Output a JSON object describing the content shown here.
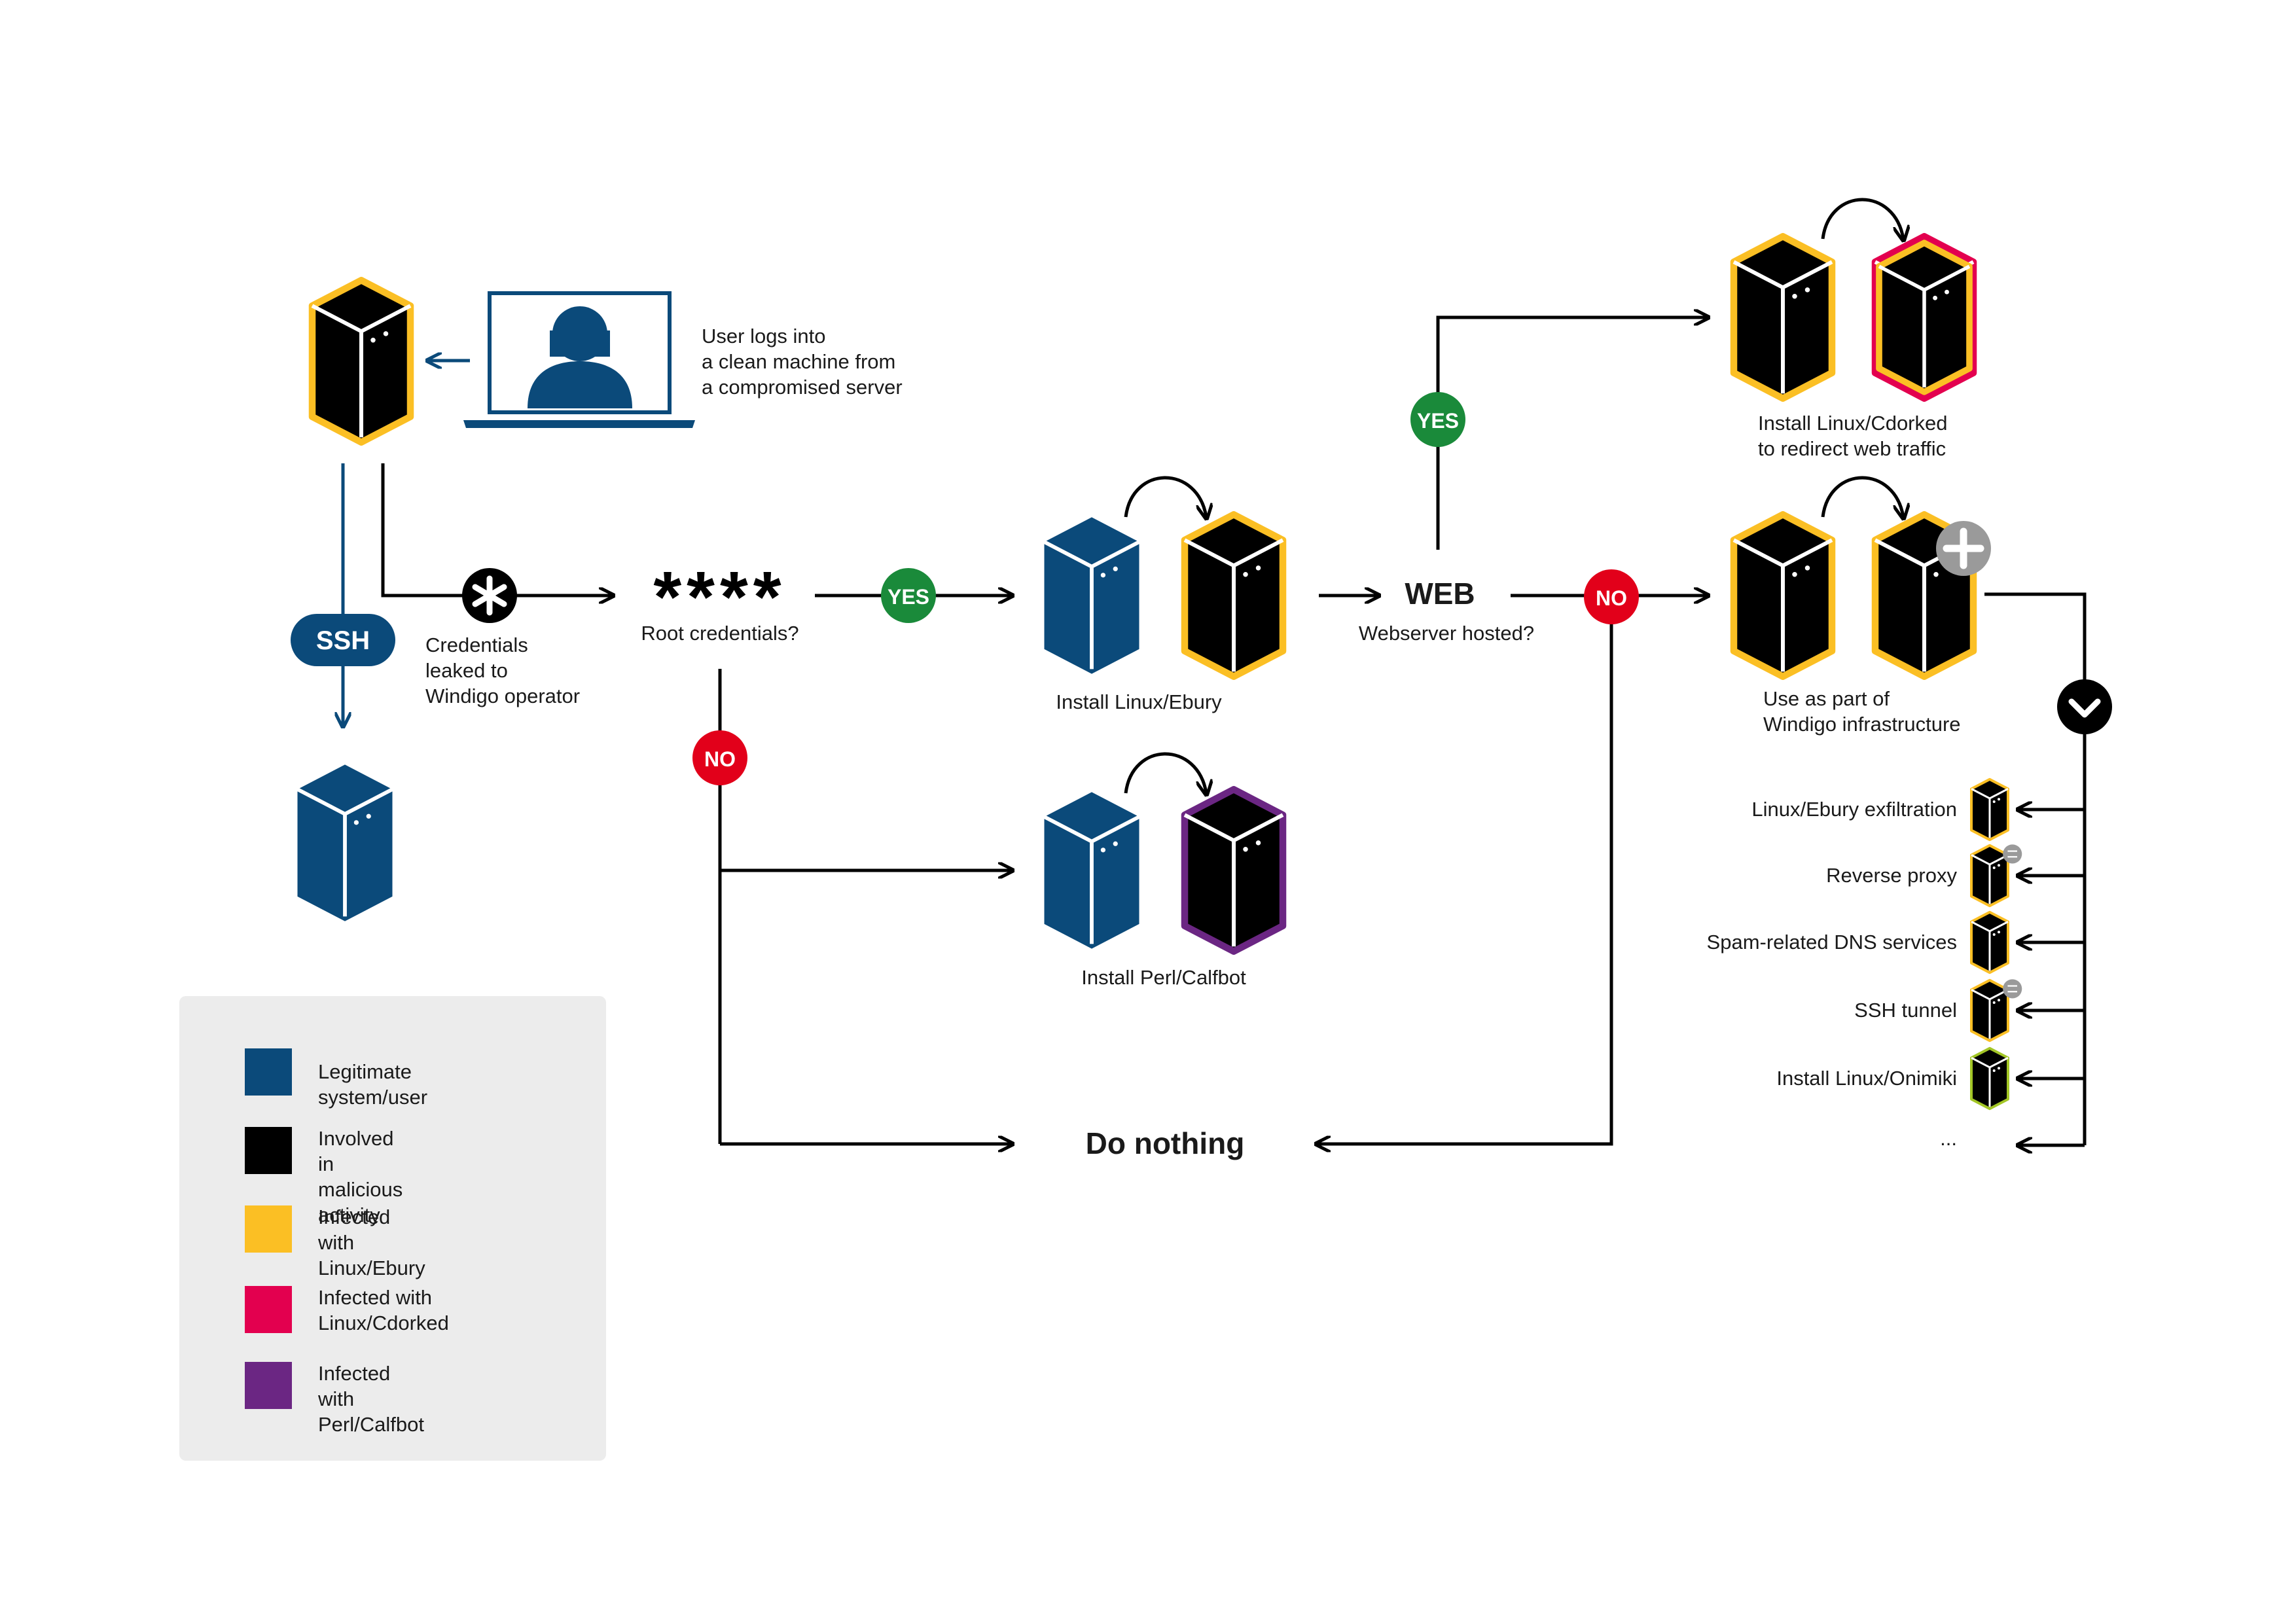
{
  "labels": {
    "user_logs": [
      "User logs into",
      "a clean machine from",
      "a compromised server"
    ],
    "ssh": "SSH",
    "credentials": [
      "Credentials",
      "leaked to",
      "Windigo operator"
    ],
    "stars": "****",
    "root_credentials": "Root credentials?",
    "yes": "YES",
    "no": "NO",
    "install_ebury": "Install Linux/Ebury",
    "install_calfbot": "Install Perl/Calfbot",
    "web": "WEB",
    "webserver_hosted": "Webserver hosted?",
    "install_cdorked": [
      "Install Linux/Cdorked",
      "to redirect web traffic"
    ],
    "use_as_part": [
      "Use as part of",
      "Windigo infrastructure"
    ],
    "do_nothing": "Do nothing"
  },
  "infrastructure_items": [
    {
      "label": "Linux/Ebury exfiltration",
      "badge": ""
    },
    {
      "label": "Reverse proxy",
      "badge": "minus"
    },
    {
      "label": "Spam-related DNS services",
      "badge": ""
    },
    {
      "label": "SSH tunnel",
      "badge": "minus"
    },
    {
      "label": "Install Linux/Onimiki",
      "badge": ""
    },
    {
      "label": "...",
      "badge": ""
    }
  ],
  "legend": [
    {
      "label": [
        "Legitimate system/user"
      ],
      "color": "#0b4a7a"
    },
    {
      "label": [
        "Involved in malicious",
        "activity"
      ],
      "color": "#000000"
    },
    {
      "label": [
        "Infected with",
        "Linux/Ebury"
      ],
      "color": "#fbbf24"
    },
    {
      "label": [
        "Infected with",
        "Linux/Cdorked"
      ],
      "color": "#e3004f"
    },
    {
      "label": [
        "Infected with",
        "Perl/Calfbot"
      ],
      "color": "#6b2683"
    }
  ],
  "colors": {
    "legit_blue": "#0b4a7a",
    "malicious": "#000000",
    "ebury_yellow": "#fbbf24",
    "cdorked_pink": "#e3004f",
    "calfbot_purple": "#6b2683",
    "onimiki_green": "#a3c626",
    "yes_green": "#1a8a3a",
    "no_red": "#e2001a",
    "plus_gray": "#9a9a9a",
    "arrow": "#000000"
  },
  "icons": [
    "server-icon",
    "laptop-user-icon",
    "asterisk-icon",
    "chevron-down-icon",
    "plus-icon",
    "curved-arrow-icon"
  ]
}
